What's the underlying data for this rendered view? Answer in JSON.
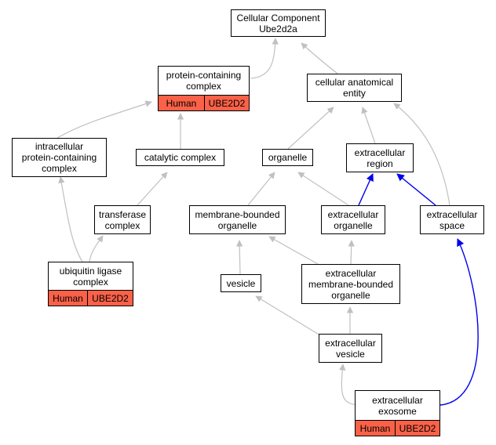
{
  "nodes": {
    "cellular_component": {
      "lines": [
        "Cellular Component",
        "Ube2d2a"
      ]
    },
    "protein_containing_complex": {
      "lines": [
        "protein-containing",
        "complex"
      ],
      "tags": [
        "Human",
        "UBE2D2"
      ]
    },
    "cellular_anatomical_entity": {
      "lines": [
        "cellular anatomical",
        "entity"
      ]
    },
    "intracellular_protein_containing_complex": {
      "lines": [
        "intracellular",
        "protein-containing",
        "complex"
      ]
    },
    "catalytic_complex": {
      "lines": [
        "catalytic complex"
      ]
    },
    "organelle": {
      "lines": [
        "organelle"
      ]
    },
    "extracellular_region": {
      "lines": [
        "extracellular",
        "region"
      ]
    },
    "transferase_complex": {
      "lines": [
        "transferase",
        "complex"
      ]
    },
    "membrane_bounded_organelle": {
      "lines": [
        "membrane-bounded",
        "organelle"
      ]
    },
    "extracellular_organelle": {
      "lines": [
        "extracellular",
        "organelle"
      ]
    },
    "extracellular_space": {
      "lines": [
        "extracellular",
        "space"
      ]
    },
    "ubiquitin_ligase_complex": {
      "lines": [
        "ubiquitin ligase",
        "complex"
      ],
      "tags": [
        "Human",
        "UBE2D2"
      ]
    },
    "vesicle": {
      "lines": [
        "vesicle"
      ]
    },
    "extracellular_membrane_bounded_organelle": {
      "lines": [
        "extracellular",
        "membrane-bounded",
        "organelle"
      ]
    },
    "extracellular_vesicle": {
      "lines": [
        "extracellular",
        "vesicle"
      ]
    },
    "extracellular_exosome": {
      "lines": [
        "extracellular",
        "exosome"
      ],
      "tags": [
        "Human",
        "UBE2D2"
      ]
    }
  },
  "colors": {
    "is_a_edge": "#c0c0c0",
    "part_of_edge": "#0000ee",
    "annotation_fill": "#fa6148"
  }
}
